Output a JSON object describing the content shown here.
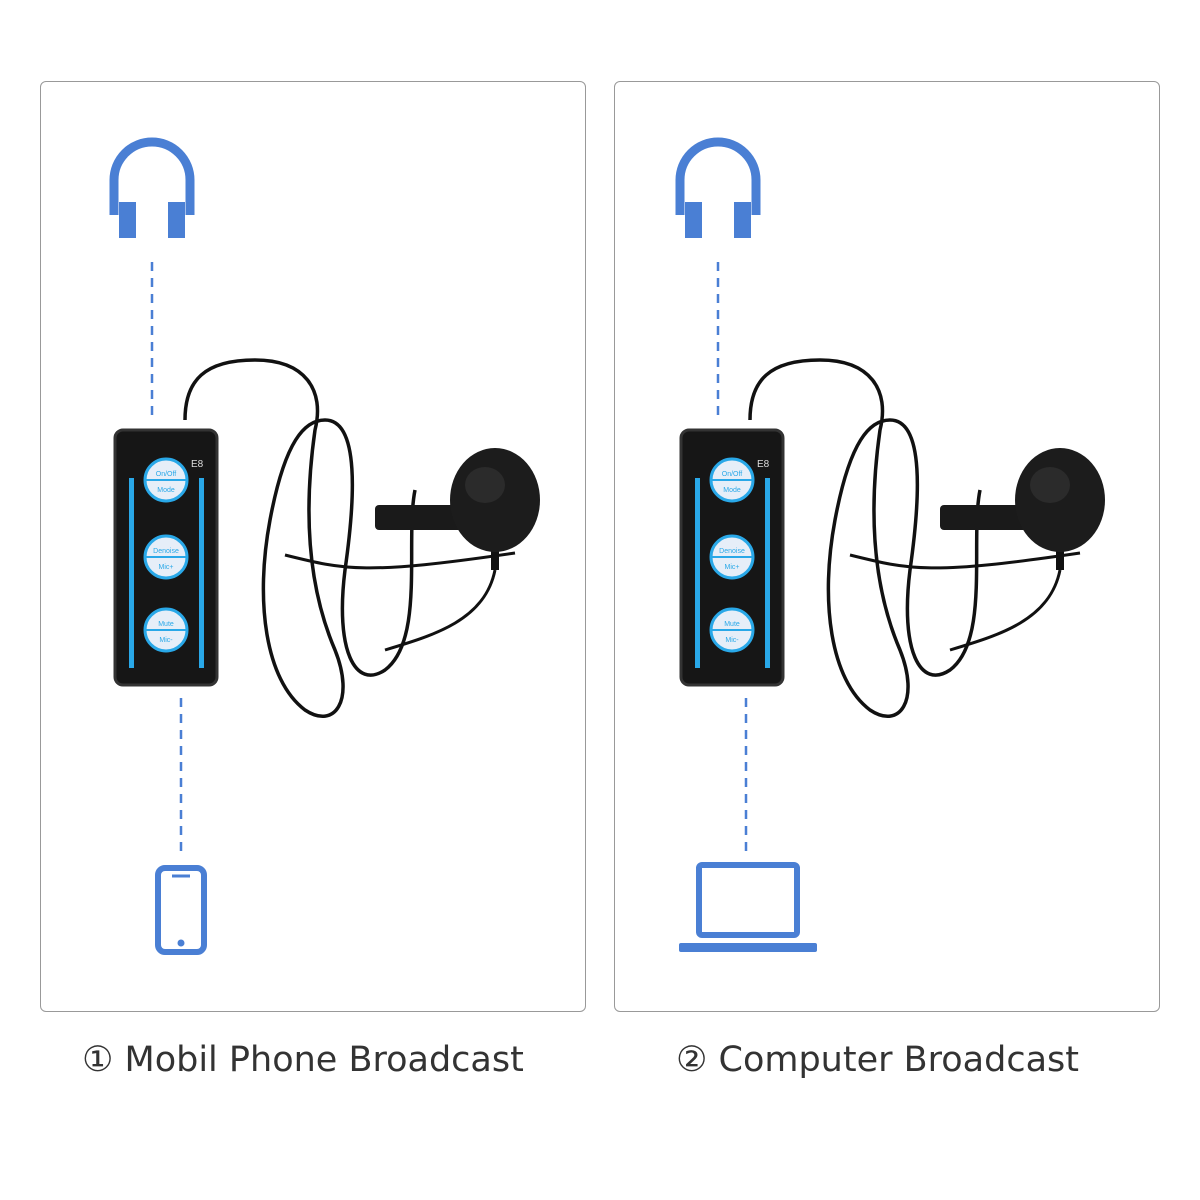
{
  "colors": {
    "icon_blue": "#4a7fd4",
    "device_accent": "#29a8e8"
  },
  "panels": [
    {
      "caption": "① Mobil Phone Broadcast",
      "top_icon": "headphones-icon",
      "bottom_icon": "smartphone-icon"
    },
    {
      "caption": "② Computer Broadcast",
      "top_icon": "headphones-icon",
      "bottom_icon": "laptop-icon"
    }
  ],
  "device": {
    "model": "E8",
    "buttons": [
      {
        "top": "On/Off",
        "bottom": "Mode"
      },
      {
        "top": "Denoise",
        "bottom": "Mic+"
      },
      {
        "top": "Mute",
        "bottom": "Mic-"
      }
    ]
  }
}
